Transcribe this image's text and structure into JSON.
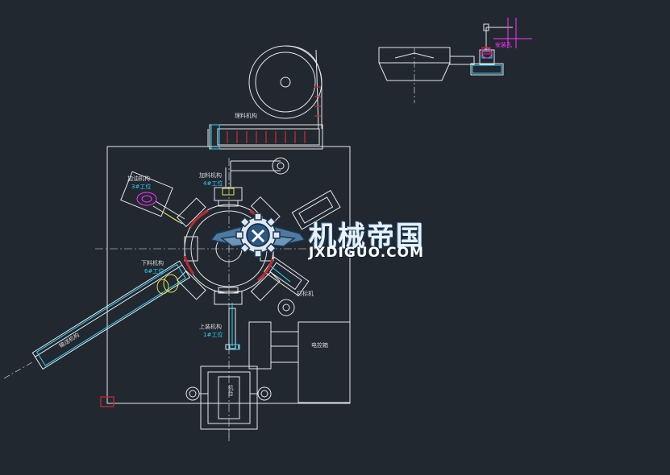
{
  "drawing": {
    "labels": {
      "feed_mechanism": "理料机构",
      "press_mechanism": "加料机构",
      "press_station": "4#工位",
      "add_oil_mechanism": "加油机构",
      "add_oil_station": "3#工位",
      "unload_mechanism": "下料机构",
      "unload_station": "6#工位",
      "load_mechanism": "上装机构",
      "load_station": "1#工位",
      "mark_mechanism": "打标机",
      "electric_box": "电控箱",
      "conveyor": "输送机构",
      "base": "机台",
      "top_right_note": "安装孔"
    },
    "logo": {
      "cn": "机械帝国",
      "en": "JXDIGUO.COM"
    },
    "colors": {
      "background": "#212830",
      "line_white": "#e8e8e8",
      "cyan": "#2ed3ff",
      "red": "#c0282d",
      "yellow": "#e7e34a",
      "magenta": "#ff33ff"
    }
  }
}
